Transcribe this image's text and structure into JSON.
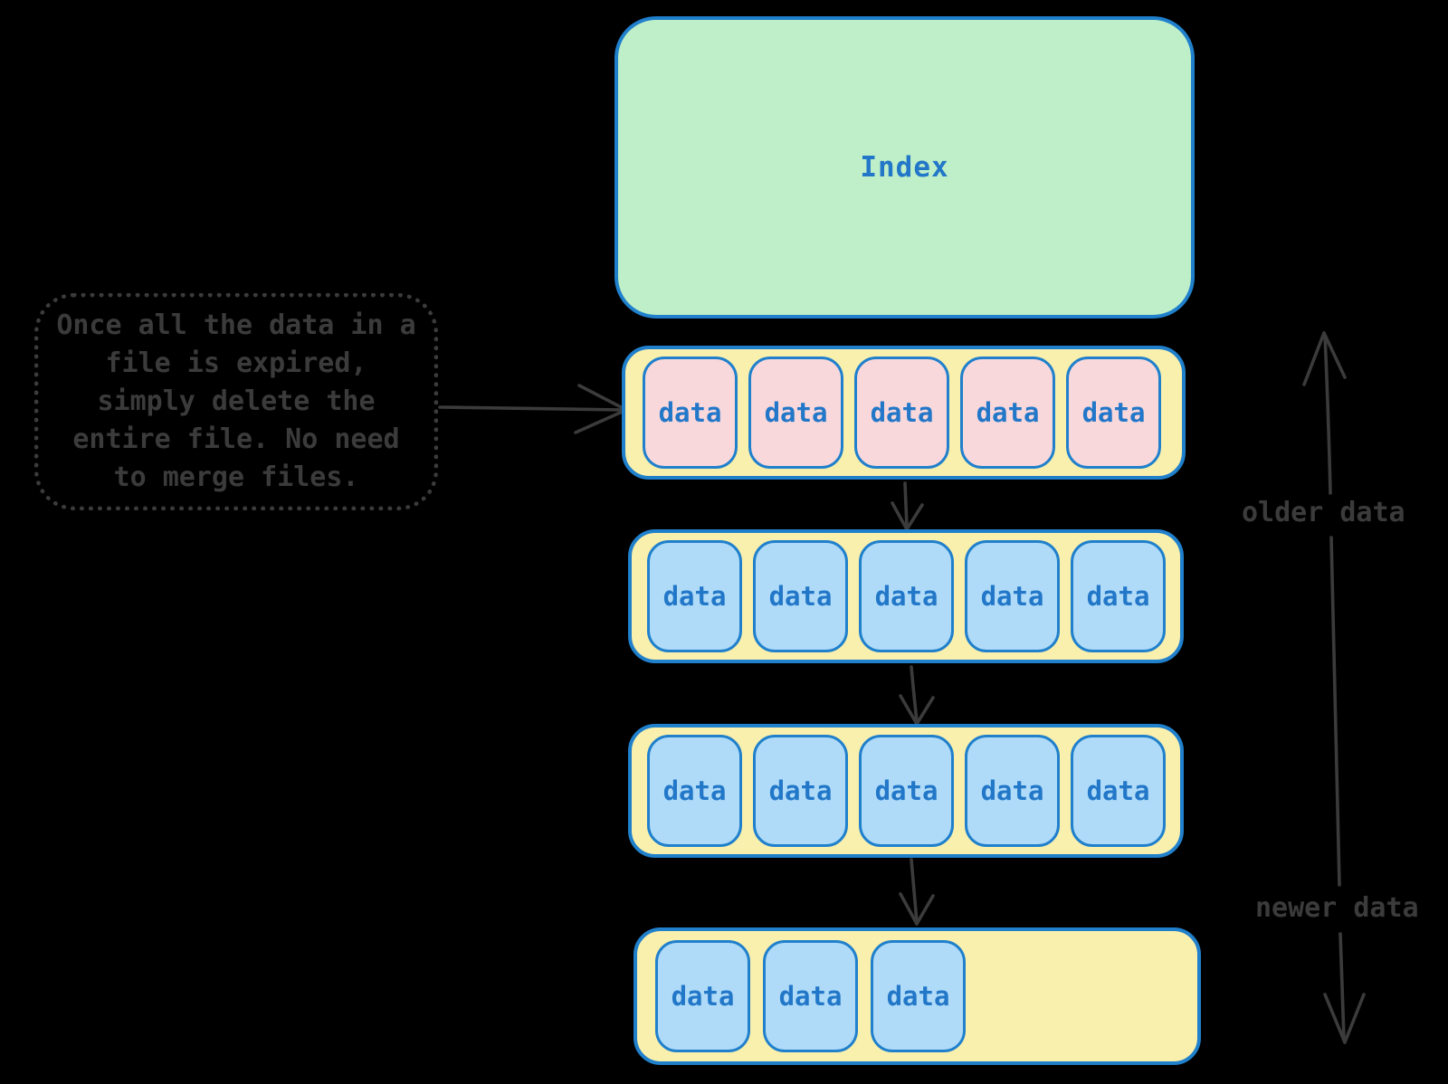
{
  "colors": {
    "canvas-bg": "#000000",
    "stroke-blue": "#2080cc",
    "text-blue": "#2277c8",
    "index-fill": "#bfefc9",
    "file-fill": "#faf0ad",
    "expired-fill": "#f9d8dc",
    "data-fill": "#afdbf8",
    "ink": "#3b3b3b"
  },
  "index_box": {
    "label": "Index"
  },
  "callout": {
    "lines": [
      "Once all the data in a",
      "file is expired,",
      "simply delete the",
      "entire file. No need",
      "to merge files."
    ]
  },
  "files": [
    {
      "kind": "expired",
      "cells": [
        "data",
        "data",
        "data",
        "data",
        "data"
      ]
    },
    {
      "kind": "active",
      "cells": [
        "data",
        "data",
        "data",
        "data",
        "data"
      ]
    },
    {
      "kind": "active",
      "cells": [
        "data",
        "data",
        "data",
        "data",
        "data"
      ]
    },
    {
      "kind": "active",
      "cells": [
        "data",
        "data",
        "data"
      ]
    }
  ],
  "timeline": {
    "older_label": "older data",
    "newer_label": "newer data"
  }
}
